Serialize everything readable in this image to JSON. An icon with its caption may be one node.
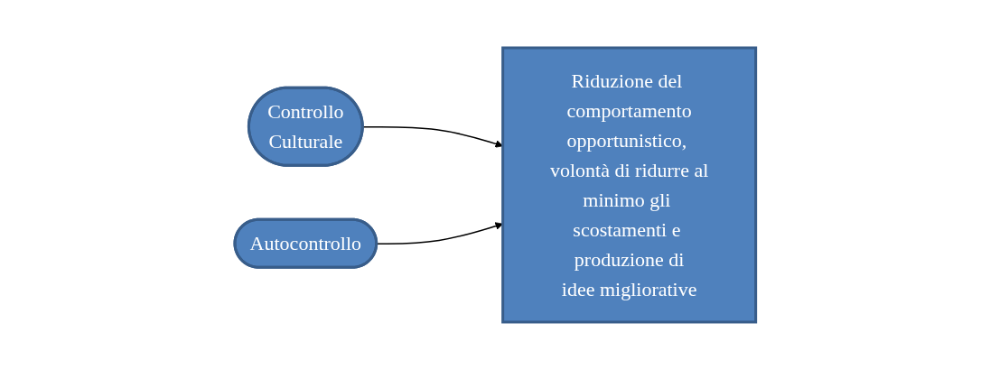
{
  "diagram": {
    "nodes": [
      {
        "text": [
          "Controllo Culturale"
        ]
      },
      {
        "text": [
          "Autocontrollo"
        ]
      },
      {
        "text": [
          "Riduzione del comportamento opportunistico, volontà di ridurre al minimo gli scostamenti e produzione di idee migliorative"
        ]
      }
    ],
    "edges": [
      {
        "from": 0,
        "to": 2,
        "arrow": "to"
      },
      {
        "from": 1,
        "to": 2,
        "arrow": "to"
      }
    ]
  }
}
